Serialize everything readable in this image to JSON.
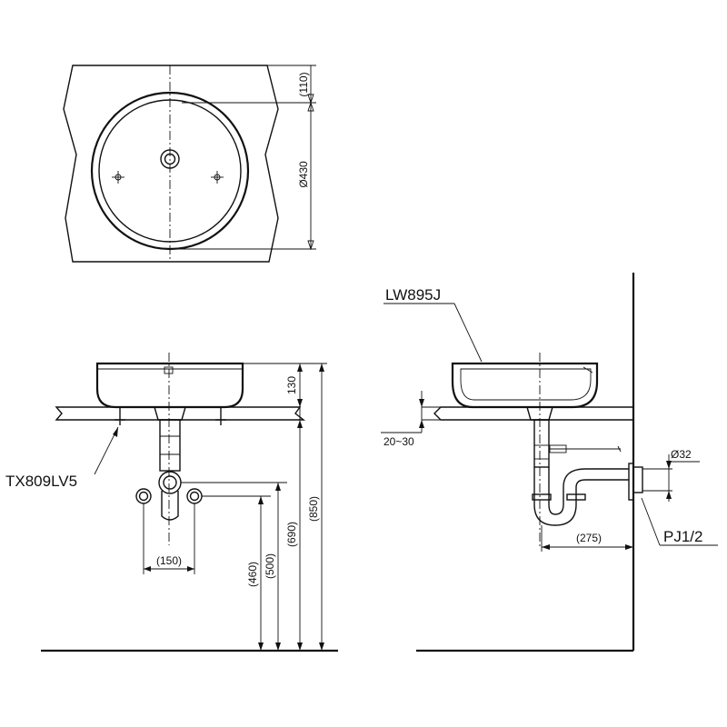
{
  "plan_view": {
    "depth_label": "(110)",
    "diameter_label": "Ø430"
  },
  "front_view": {
    "height_basin_label": "130",
    "waste_label": "TX809LV5",
    "height_total_label": "(850)",
    "height_690_label": "(690)",
    "height_500_label": "(500)",
    "height_460_label": "(460)",
    "spacing_label": "(150)"
  },
  "side_view": {
    "basin_model_label": "LW895J",
    "counter_thickness_label": "20~30",
    "pipe_diameter_label": "Ø32",
    "trap_offset_label": "(275)",
    "thread_label": "PJ1/2"
  },
  "colors": {
    "line": "#111111",
    "background": "#ffffff"
  }
}
